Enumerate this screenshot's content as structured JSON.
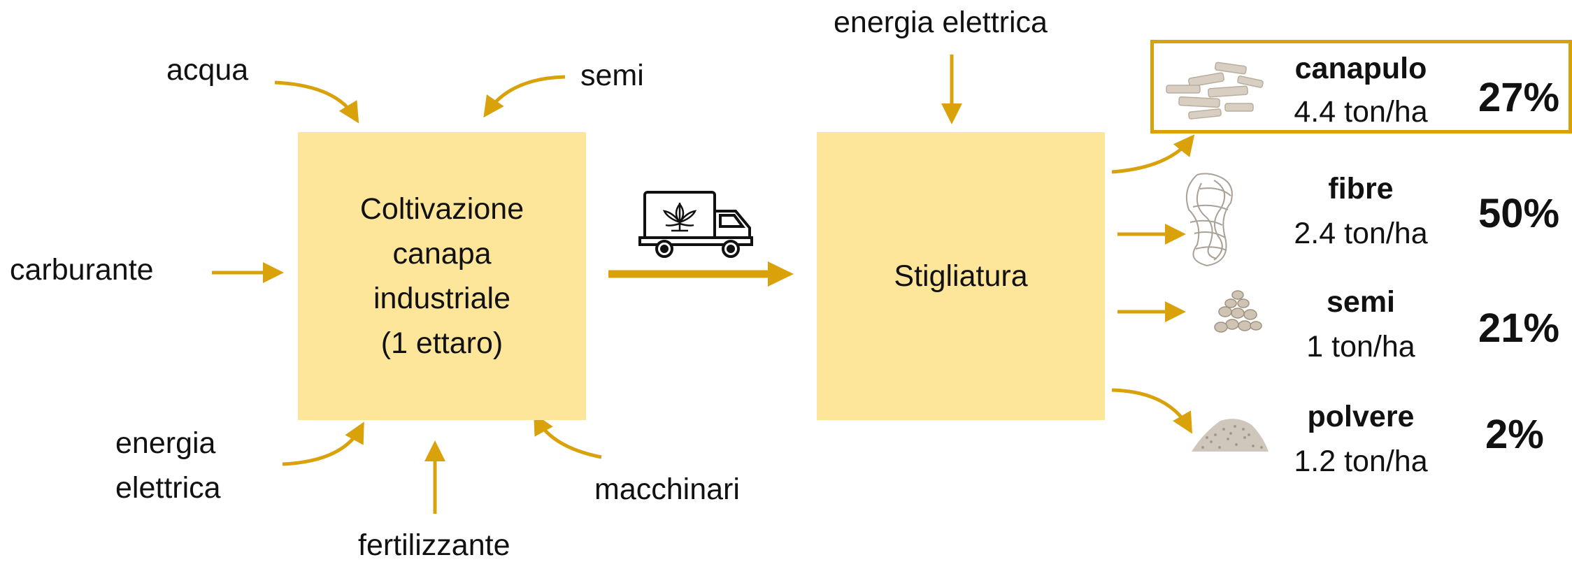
{
  "inputs_cultivation": {
    "acqua": "acqua",
    "semi": "semi",
    "carburante": "carburante",
    "energia_line1": "energia",
    "energia_line2": "elettrica",
    "fertilizzante": "fertilizzante",
    "macchinari": "macchinari"
  },
  "cultivation_box": {
    "line1": "Coltivazione",
    "line2": "canapa",
    "line3": "industriale",
    "line4": "(1 ettaro)"
  },
  "processing": {
    "input_label": "energia elettrica",
    "box_label": "Stigliatura"
  },
  "outputs": [
    {
      "name": "canapulo",
      "value": "4.4 ton/ha",
      "percent": "27%",
      "icon": "hurd-pile-icon",
      "highlighted": true
    },
    {
      "name": "fibre",
      "value": "2.4 ton/ha",
      "percent": "50%",
      "icon": "fiber-bundle-icon",
      "highlighted": false
    },
    {
      "name": "semi",
      "value": "1 ton/ha",
      "percent": "21%",
      "icon": "seeds-icon",
      "highlighted": false
    },
    {
      "name": "polvere",
      "value": "1.2 ton/ha",
      "percent": "2%",
      "icon": "dust-pile-icon",
      "highlighted": false
    }
  ],
  "colors": {
    "accent": "#d9a20b",
    "box_fill": "#fde59a"
  }
}
